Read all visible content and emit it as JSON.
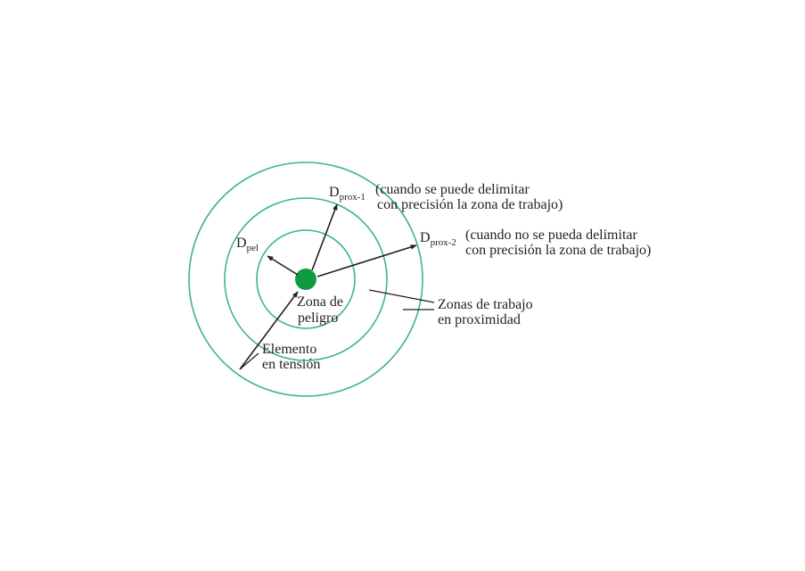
{
  "colors": {
    "ring": "#3cb878",
    "element": "#0d9a40",
    "ink": "#231f20"
  },
  "labels": {
    "d_pel_main": "D",
    "d_pel_sub": "pel",
    "d_prox1_main": "D",
    "d_prox1_sub": "prox-1",
    "d_prox1_note_line1": "(cuando se puede delimitar",
    "d_prox1_note_line2": "con precisión la zona de trabajo)",
    "d_prox2_main": "D",
    "d_prox2_sub": "prox-2",
    "d_prox2_note_line1": "(cuando no se pueda delimitar",
    "d_prox2_note_line2": "con precisión la zona de trabajo)",
    "zona_peligro_line1": "Zona de",
    "zona_peligro_line2": "peligro",
    "zonas_trabajo_line1": "Zonas de trabajo",
    "zonas_trabajo_line2": "en proximidad",
    "elemento_line1": "Elemento",
    "elemento_line2": "en tensión"
  }
}
